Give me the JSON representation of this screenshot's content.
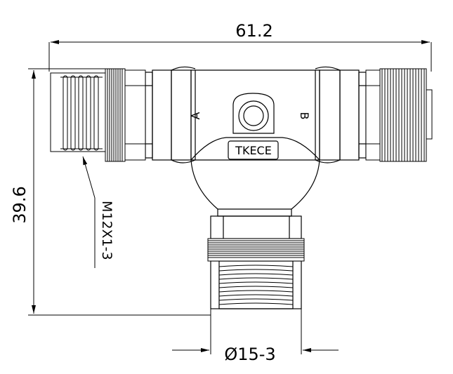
{
  "drawing": {
    "dimensions": {
      "overall_width": "61.2",
      "overall_height": "39.6",
      "thread_spec": "M12X1-3",
      "bottom_diameter": "Ø15-3"
    },
    "port_labels": {
      "left": "A",
      "right": "B"
    },
    "brand": "TKECE"
  }
}
